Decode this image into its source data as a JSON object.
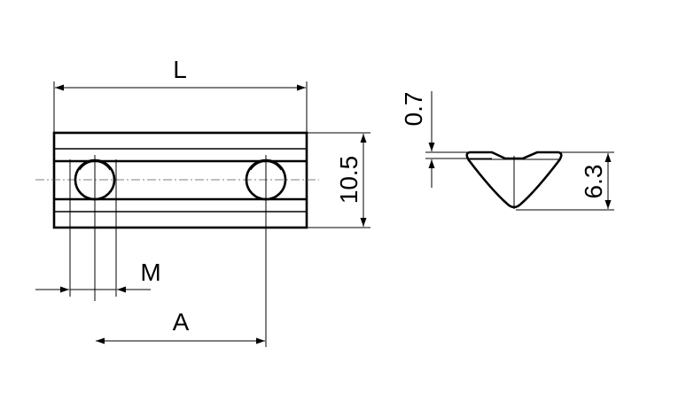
{
  "labels": {
    "length": "L",
    "width": "10.5",
    "thread": "M",
    "hole_spacing": "A",
    "lip_thickness": "0.7",
    "height": "6.3"
  }
}
